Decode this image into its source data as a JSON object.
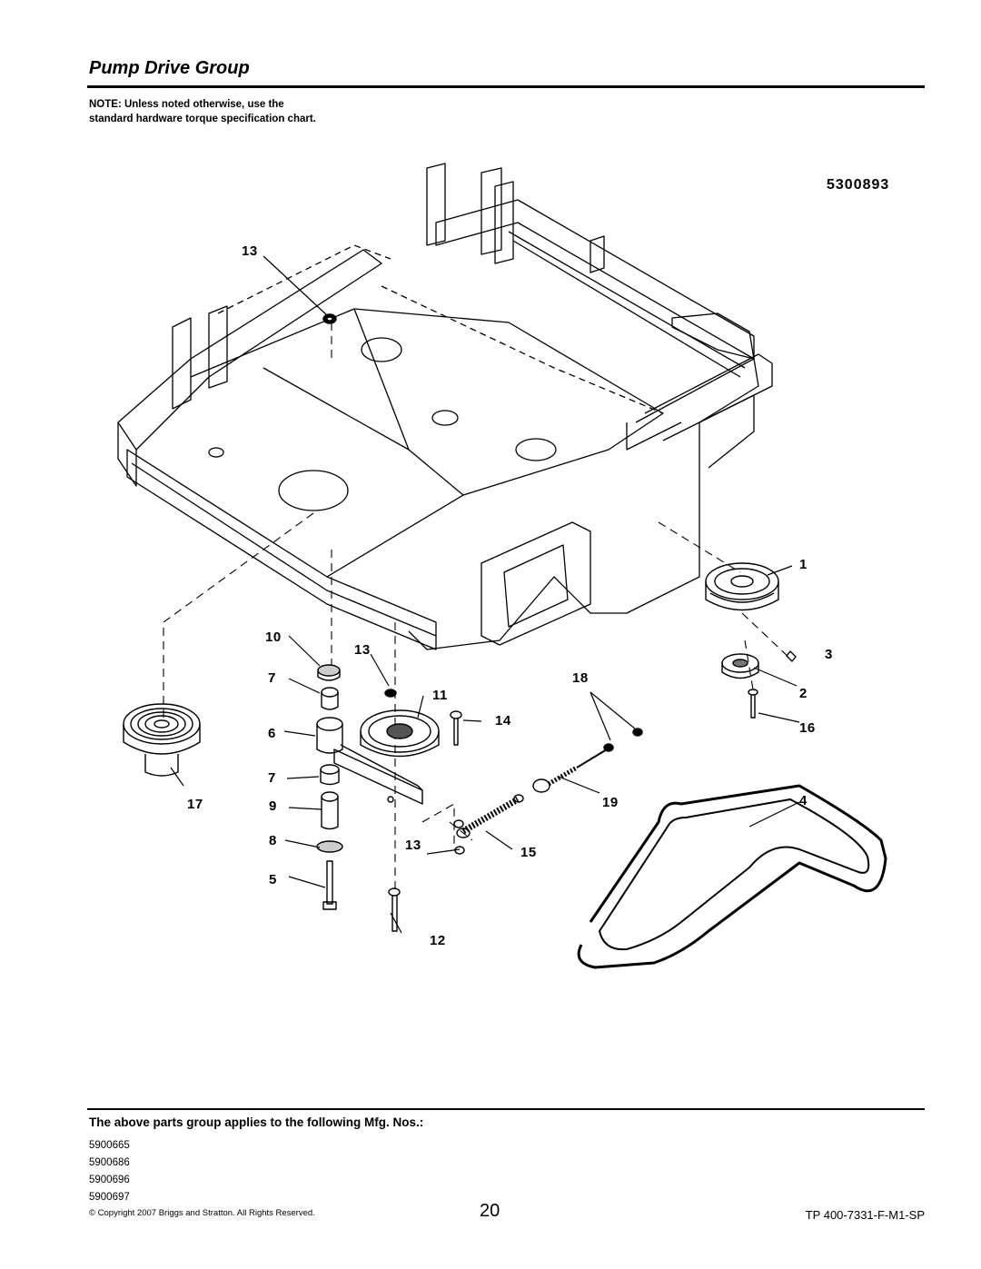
{
  "header": {
    "title": "Pump Drive Group",
    "note": "NOTE: Unless noted otherwise, use the standard hardware torque specification chart."
  },
  "diagram": {
    "drawing_number": "5300893",
    "callouts": {
      "c1": "1",
      "c2": "2",
      "c3": "3",
      "c4": "4",
      "c5": "5",
      "c6": "6",
      "c7a": "7",
      "c7b": "7",
      "c8": "8",
      "c9": "9",
      "c10": "10",
      "c11": "11",
      "c12": "12",
      "c13a": "13",
      "c13b": "13",
      "c13c": "13",
      "c14": "14",
      "c15": "15",
      "c16": "16",
      "c17": "17",
      "c18": "18",
      "c19": "19"
    }
  },
  "applies": {
    "heading": "The above parts group applies to the following Mfg. Nos.:",
    "mfg_numbers": [
      "5900665",
      "5900686",
      "5900696",
      "5900697"
    ]
  },
  "footer": {
    "copyright": "© Copyright  2007 Briggs and Stratton. All Rights Reserved.",
    "page_number": "20",
    "doc_code": "TP 400-7331-F-M1-SP"
  }
}
